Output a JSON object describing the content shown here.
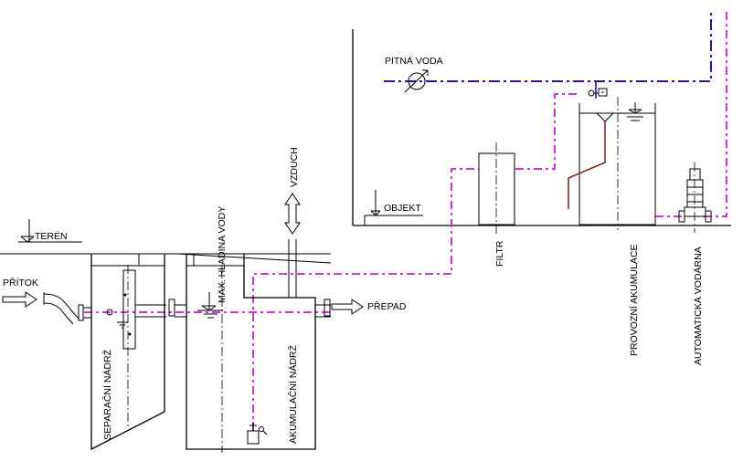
{
  "labels": {
    "pitna_voda": "PITNÁ VODA",
    "objekt": "OBJEKT",
    "teren": "TERÉN",
    "pritok": "PŘÍTOK",
    "prepad": "PŘEPAD",
    "vzduch": "VZDUCH",
    "hladina": "MAX. HLADINA VODY",
    "separacni": "SEPARAČNÍ NÁDRŽ",
    "akumulacni": "AKUMULAČNÍ NÁDRŽ",
    "filtr": "FILTR",
    "provozni": "PROVOZNÍ AKUMULACE",
    "vodarna": "AUTOMATICKÁ VODÁRNA"
  },
  "colors": {
    "potable_water": "#1a1aa8",
    "rainwater": "#d633d6",
    "outline": "#000000",
    "overflow_pipe": "#8b1a1a"
  }
}
